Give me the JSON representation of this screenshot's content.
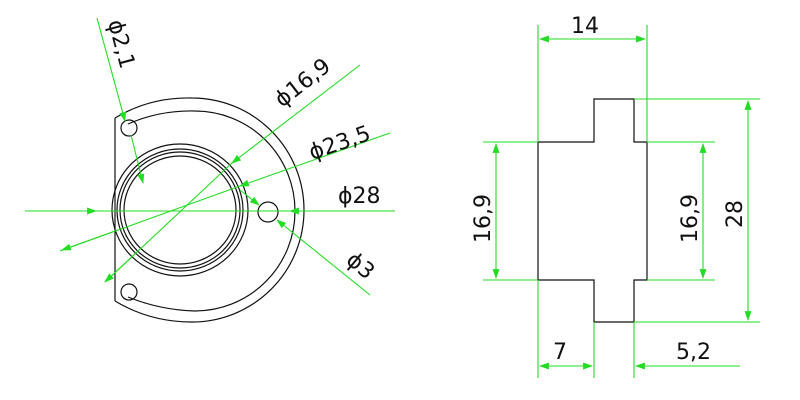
{
  "colors": {
    "dimension_lines": "#22dd22",
    "part_outline": "#111111",
    "background": "#ffffff"
  },
  "front_view": {
    "dims": {
      "hole_small": "ϕ2,1",
      "inner": "ϕ16,9",
      "middle": "ϕ23,5",
      "outer": "ϕ28",
      "hole_right": "ϕ3"
    }
  },
  "side_view": {
    "dims": {
      "top_width": "14",
      "left_height": "16,9",
      "right_height": "16,9",
      "total_height": "28",
      "bottom_left": "7",
      "bottom_right": "5,2"
    }
  }
}
